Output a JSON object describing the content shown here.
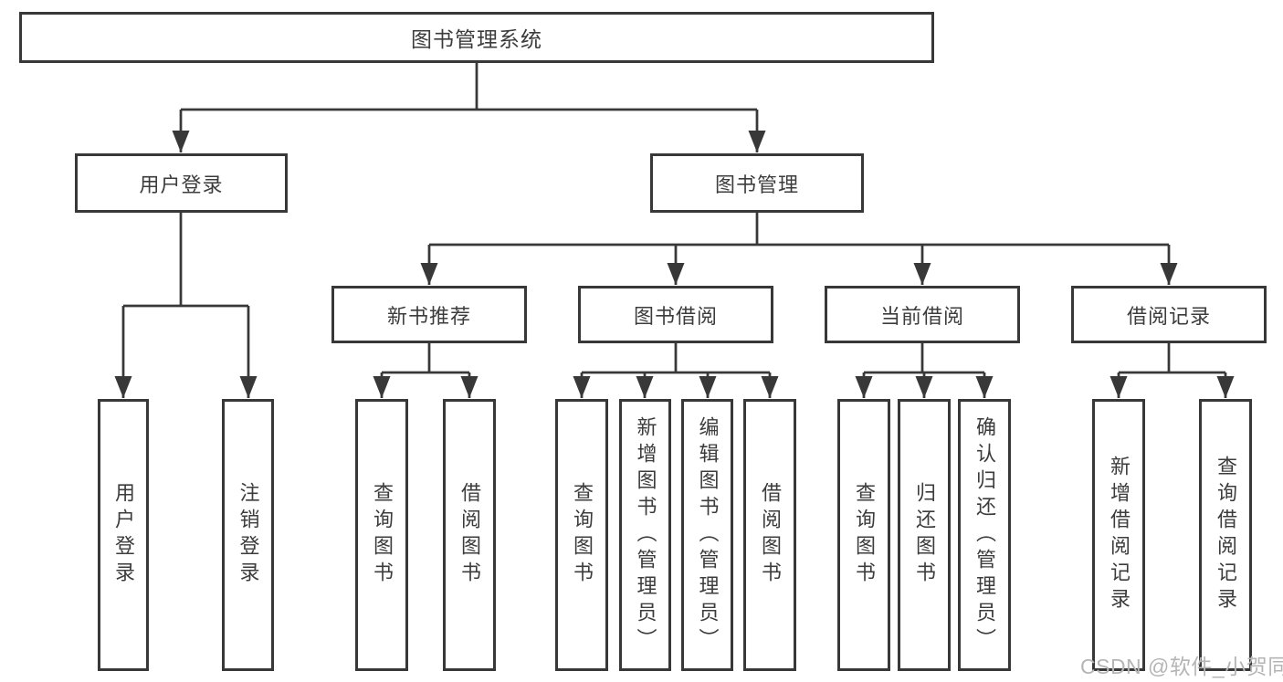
{
  "diagram": {
    "title": "图书管理系统",
    "watermark": "CSDN @软件_小贺同学",
    "colors": {
      "line": "#383838",
      "text": "#3c3c3c",
      "watermark": "#b5b5b5",
      "background": "#ffffff"
    },
    "tree": {
      "root": {
        "label": "图书管理系统",
        "children": [
          {
            "label": "用户登录",
            "children": [
              {
                "label": "用户登录"
              },
              {
                "label": "注销登录"
              }
            ]
          },
          {
            "label": "图书管理",
            "children": [
              {
                "label": "新书推荐",
                "children": [
                  {
                    "label": "查询图书"
                  },
                  {
                    "label": "借阅图书"
                  }
                ]
              },
              {
                "label": "图书借阅",
                "children": [
                  {
                    "label": "查询图书"
                  },
                  {
                    "label": "新增图书（管理员）"
                  },
                  {
                    "label": "编辑图书（管理员）"
                  },
                  {
                    "label": "借阅图书"
                  }
                ]
              },
              {
                "label": "当前借阅",
                "children": [
                  {
                    "label": "查询图书"
                  },
                  {
                    "label": "归还图书"
                  },
                  {
                    "label": "确认归还（管理员）"
                  }
                ]
              },
              {
                "label": "借阅记录",
                "children": [
                  {
                    "label": "新增借阅记录"
                  },
                  {
                    "label": "查询借阅记录"
                  }
                ]
              }
            ]
          }
        ]
      }
    }
  }
}
